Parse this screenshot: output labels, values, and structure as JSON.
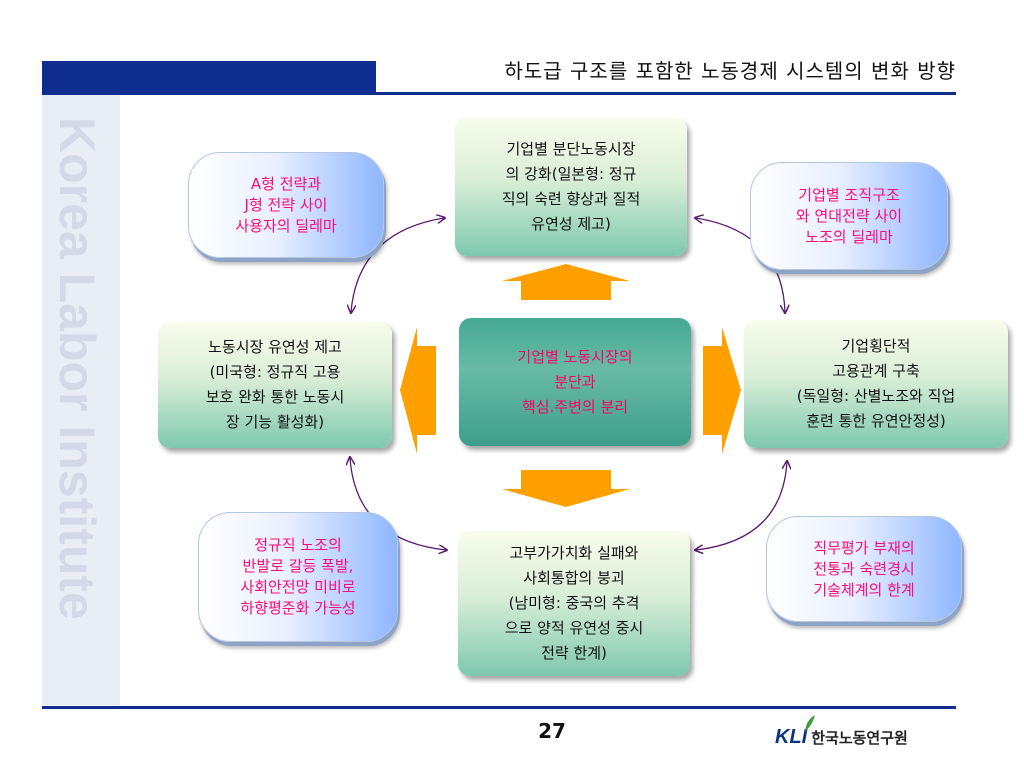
{
  "header": {
    "title": "하도급 구조를 포함한 노동경제 시스템의 변화 방향"
  },
  "watermark": "Korea Labor Institute",
  "diagram": {
    "center": "기업별 노동시장의\n분단과\n핵심.주변의 분리",
    "top": "기업별 분단노동시장\n의 강화(일본형: 정규\n직의 숙련 향상과 질적\n유연성 제고)",
    "left": "노동시장 유연성 제고\n(미국형: 정규직 고용\n보호 완화 통한 노동시\n장 기능 활성화)",
    "right": "기업횡단적\n고용관계 구축\n(독일형: 산별노조와 직업\n훈련 통한 유연안정성)",
    "bottom": "고부가가치화 실패와\n사회통합의 붕괴\n(남미형: 중국의 추격\n으로 양적 유연성 중시\n전략 한계)",
    "dilemma_top_left": "A형 전략과\nJ형 전략 사이\n사용자의 딜레마",
    "dilemma_top_right": "기업별 조직구조\n와 연대전략 사이\n노조의 딜레마",
    "dilemma_bottom_left": "정규직 노조의\n반발로 갈등 폭발,\n사회안전망 미비로\n하향평준화 가능성",
    "dilemma_bottom_right": "직무평가 부재의\n전통과 숙련경시\n기술체계의 한계"
  },
  "footer": {
    "page_number": "27",
    "logo_mark": "KLI",
    "logo_text": "한국노동연구원"
  },
  "colors": {
    "header_blue": "#0f2d8f",
    "arrow_orange": "#ffa000",
    "dilemma_text": "#ff0a78",
    "curve_purple": "#5a1a6e"
  }
}
